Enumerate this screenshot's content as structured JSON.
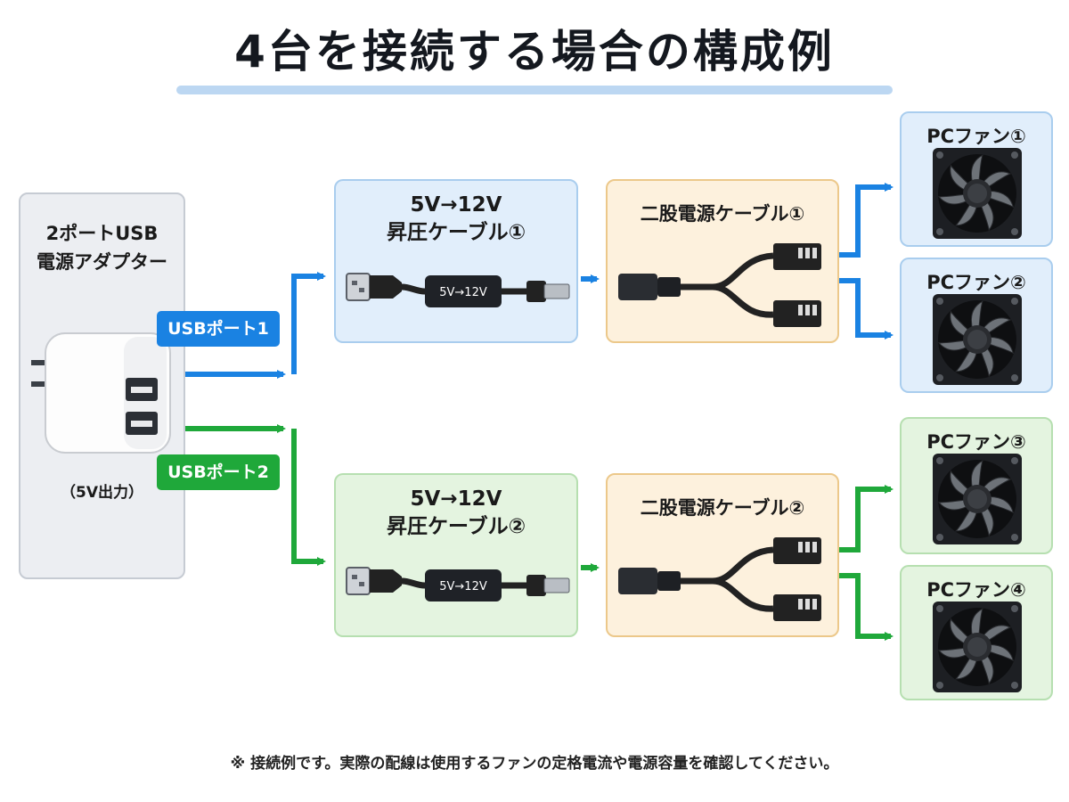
{
  "title": "4台を接続する場合の構成例",
  "adapter": {
    "title_line1": "2ポートUSB",
    "title_line2": "電源アダプター",
    "output_note": "（5V出力）"
  },
  "ports": [
    {
      "label": "USBポート1"
    },
    {
      "label": "USBポート2"
    }
  ],
  "boost_cables": [
    {
      "title_line1": "5V→12V",
      "title_line2": "昇圧ケーブル①",
      "chip": "5V→12V"
    },
    {
      "title_line1": "5V→12V",
      "title_line2": "昇圧ケーブル②",
      "chip": "5V→12V"
    }
  ],
  "splitters": [
    {
      "title": "二股電源ケーブル①"
    },
    {
      "title": "二股電源ケーブル②"
    }
  ],
  "fans": [
    {
      "label": "PCファン①"
    },
    {
      "label": "PCファン②"
    },
    {
      "label": "PCファン③"
    },
    {
      "label": "PCファン④"
    }
  ],
  "footnote": "※ 接続例です。実際の配線は使用するファンの定格電流や電源容量を確認してください。",
  "colors": {
    "blue_line": "#1a82e2",
    "green_line": "#1fa83a",
    "blue_box": "#e1eefb",
    "green_box": "#e4f4e0",
    "orange_box": "#fdf1dd"
  }
}
